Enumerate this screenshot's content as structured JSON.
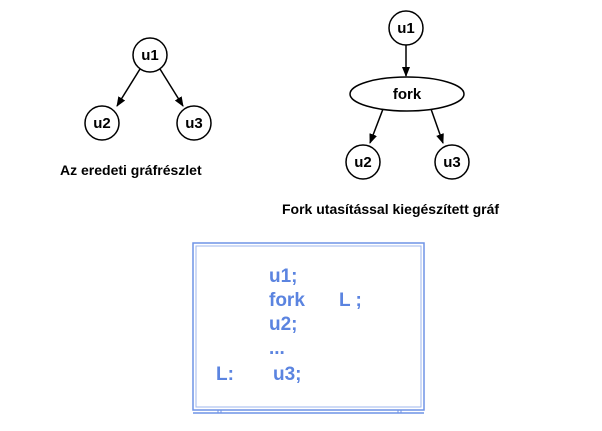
{
  "left_graph": {
    "nodes": {
      "u1": "u1",
      "u2": "u2",
      "u3": "u3"
    },
    "caption": "Az eredeti gráfrészlet"
  },
  "right_graph": {
    "nodes": {
      "u1": "u1",
      "fork": "fork",
      "u2": "u2",
      "u3": "u3"
    },
    "caption": "Fork utasítással kiegészített gráf"
  },
  "code_box": {
    "line1": "u1;",
    "line2_keyword": "fork",
    "line2_target": "L ;",
    "line3": "u2;",
    "line4": "...",
    "label": "L:",
    "line5": "u3;"
  },
  "colors": {
    "code_text": "#5b84e0",
    "box_border": "#6f93e6"
  }
}
